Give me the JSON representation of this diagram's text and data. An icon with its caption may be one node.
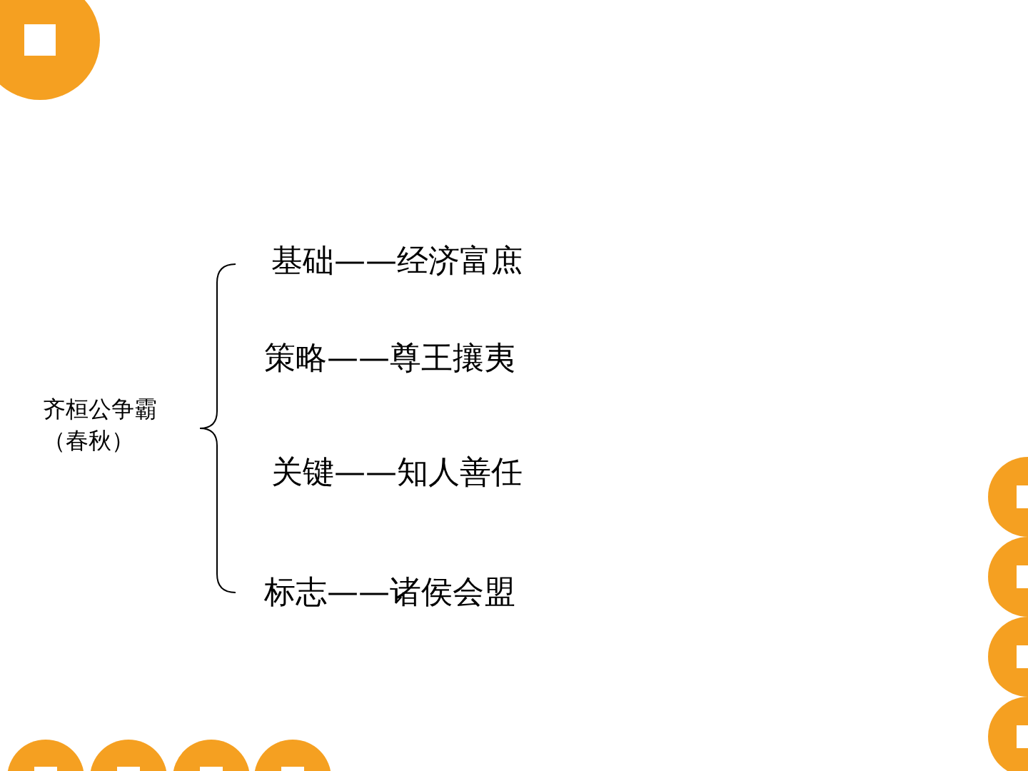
{
  "diagram": {
    "labels": [
      "齐桓公争霸（春秋）",
      "基础——经济富庶",
      "策略——尊王攘夷",
      "关键——知人善任",
      "标志——诸侯会盟"
    ]
  }
}
